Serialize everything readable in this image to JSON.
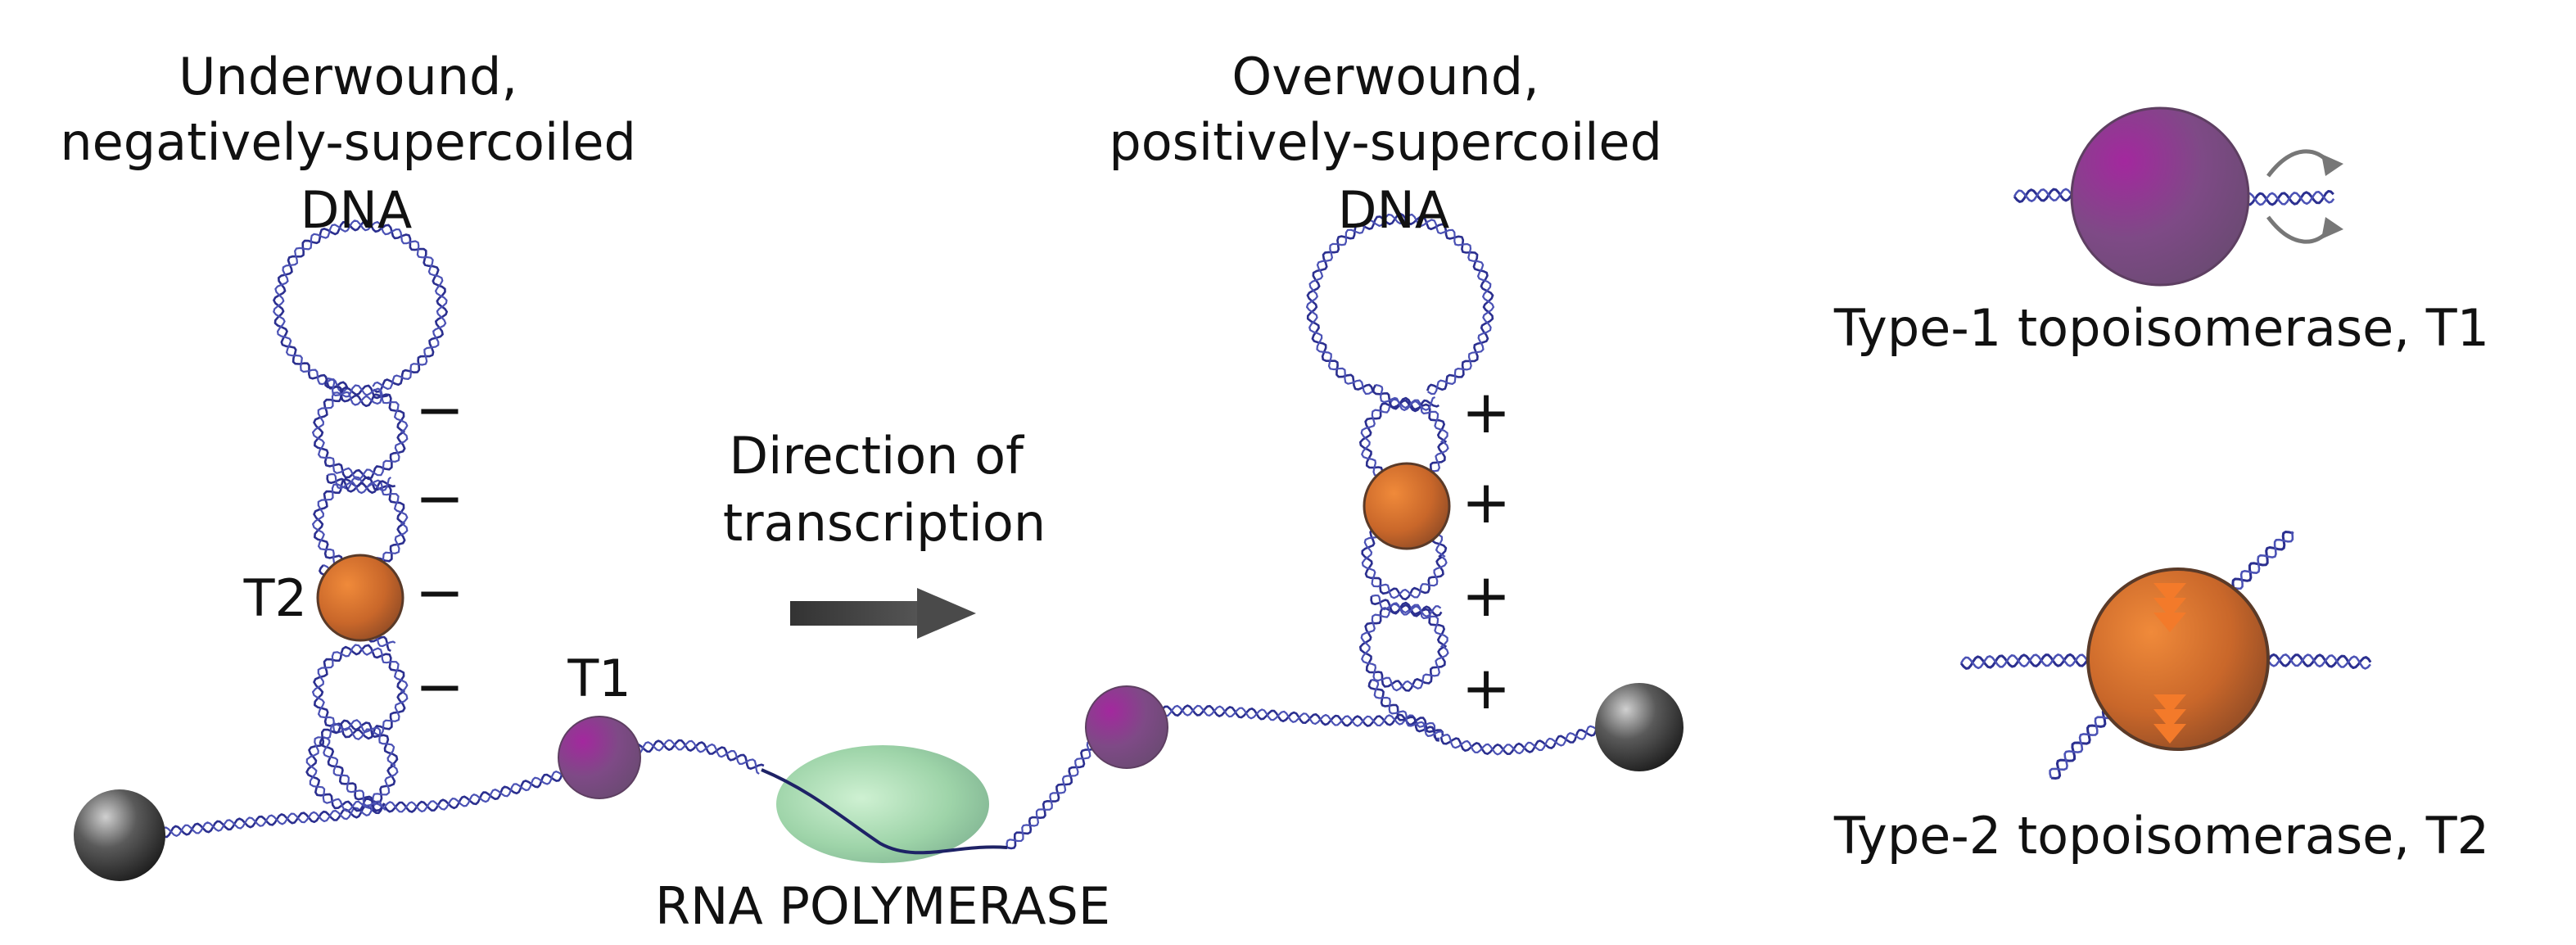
{
  "labels": {
    "left_title": [
      "Underwound,",
      "negatively-supercoiled",
      "DNA"
    ],
    "right_title": [
      "Overwound,",
      "positively-supercoiled",
      "DNA"
    ],
    "direction": [
      "Direction of",
      "transcription"
    ],
    "rna_polymerase": "RNA POLYMERASE",
    "t1_label": "T1",
    "t2_label": "T2",
    "type1_caption": "Type-1 topoisomerase, T1",
    "type2_caption": "Type-2 topoisomerase, T2",
    "negative_sign": "−",
    "positive_sign": "+"
  },
  "colors": {
    "dna": "#2b2f8f",
    "t1_purple": "#8e3d8a",
    "t2_orange": "#d8742c",
    "polymerase_green": "#9fd3a7",
    "anchor_gray": "#3e3e3e",
    "arrow": "#444444"
  }
}
